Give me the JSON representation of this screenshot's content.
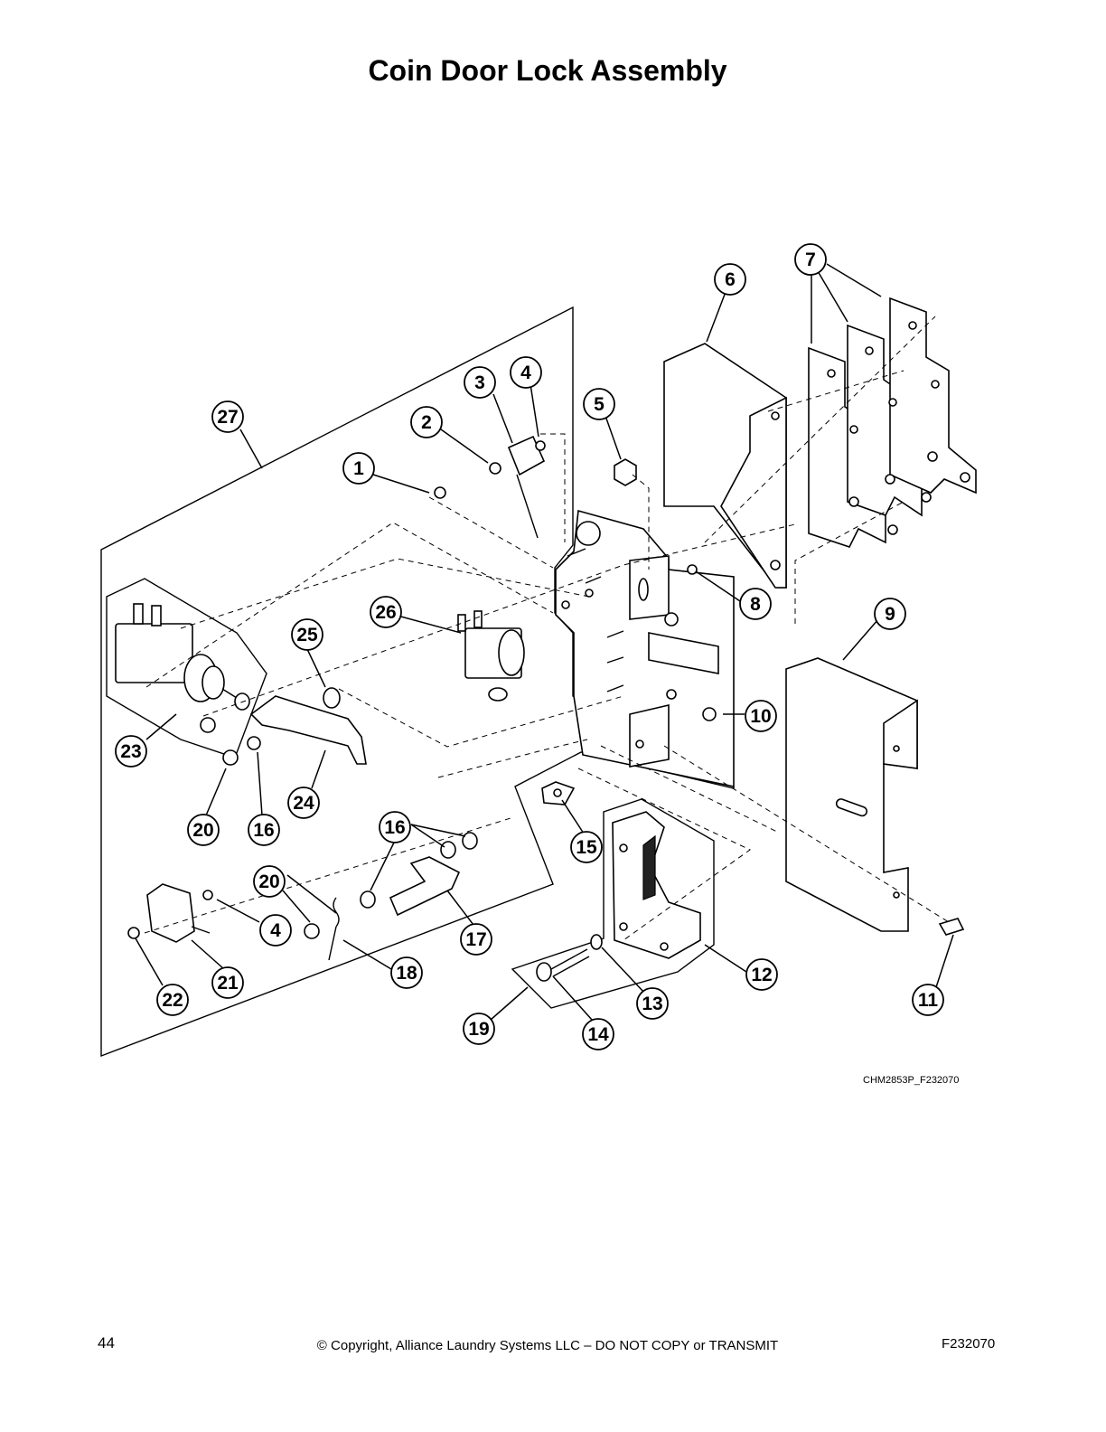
{
  "title": "Coin Door Lock Assembly",
  "drawing_id": "CHM2853P_F232070",
  "footer": {
    "page_number": "44",
    "copyright": "© Copyright, Alliance Laundry Systems LLC – DO NOT COPY or TRANSMIT",
    "doc_code": "F232070"
  },
  "callouts": [
    "1",
    "2",
    "3",
    "4",
    "5",
    "6",
    "7",
    "8",
    "9",
    "10",
    "11",
    "12",
    "13",
    "14",
    "15",
    "16",
    "17",
    "18",
    "19",
    "20",
    "21",
    "22",
    "23",
    "24",
    "25",
    "26",
    "27"
  ]
}
